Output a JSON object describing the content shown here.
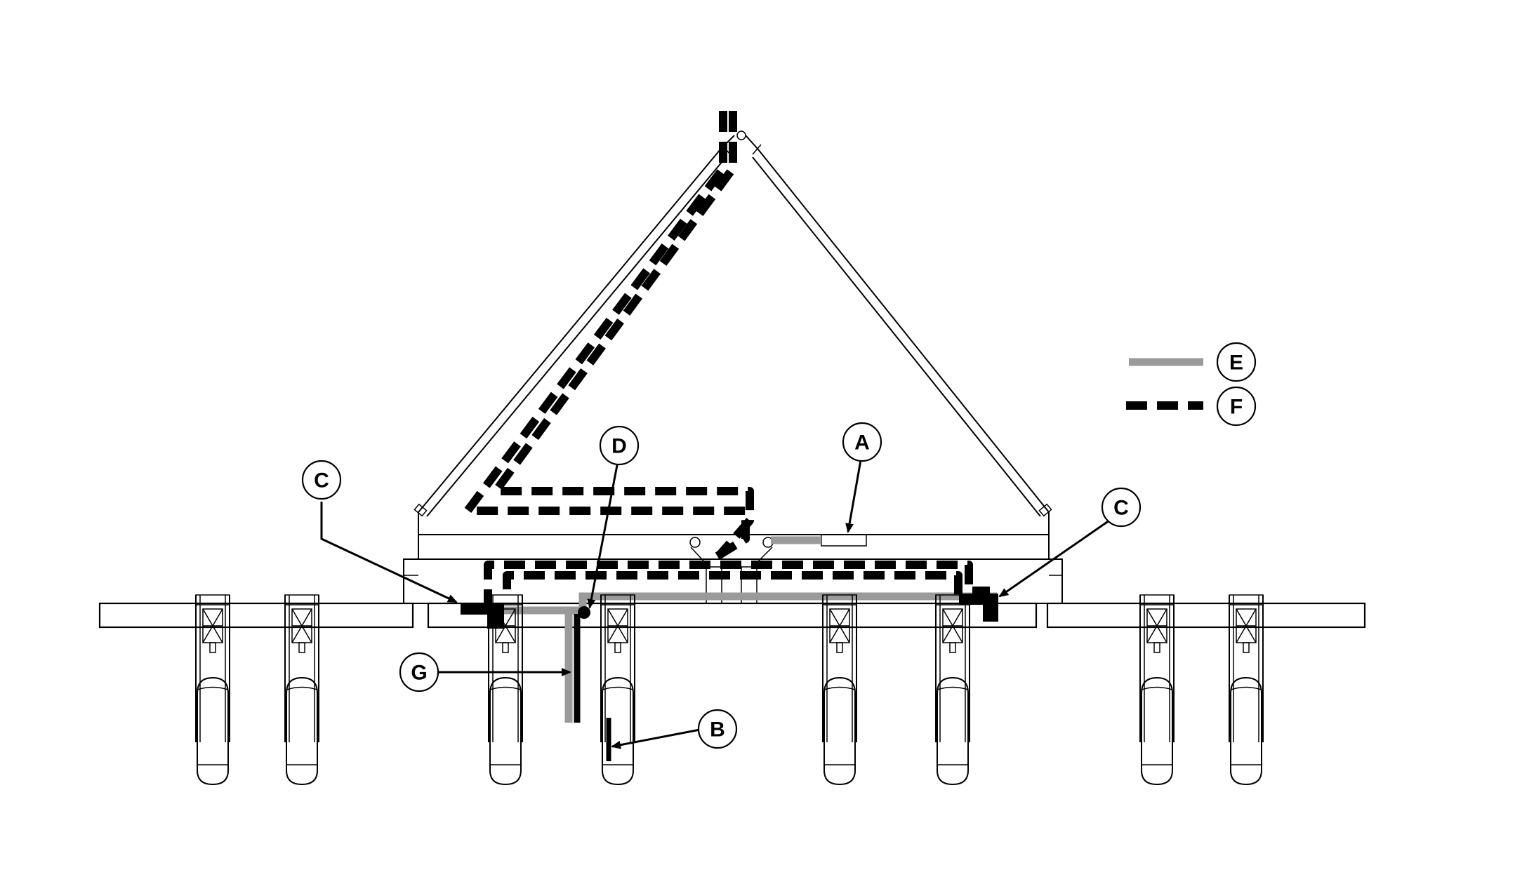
{
  "colors": {
    "line": "#000000",
    "harness_e": "#9a9a9a",
    "harness_f": "#000000",
    "background": "#ffffff"
  },
  "callouts": {
    "A": "A",
    "B": "B",
    "C_left": "C",
    "C_right": "C",
    "D": "D",
    "G": "G"
  },
  "legend": {
    "e_label": "E",
    "f_label": "F"
  }
}
